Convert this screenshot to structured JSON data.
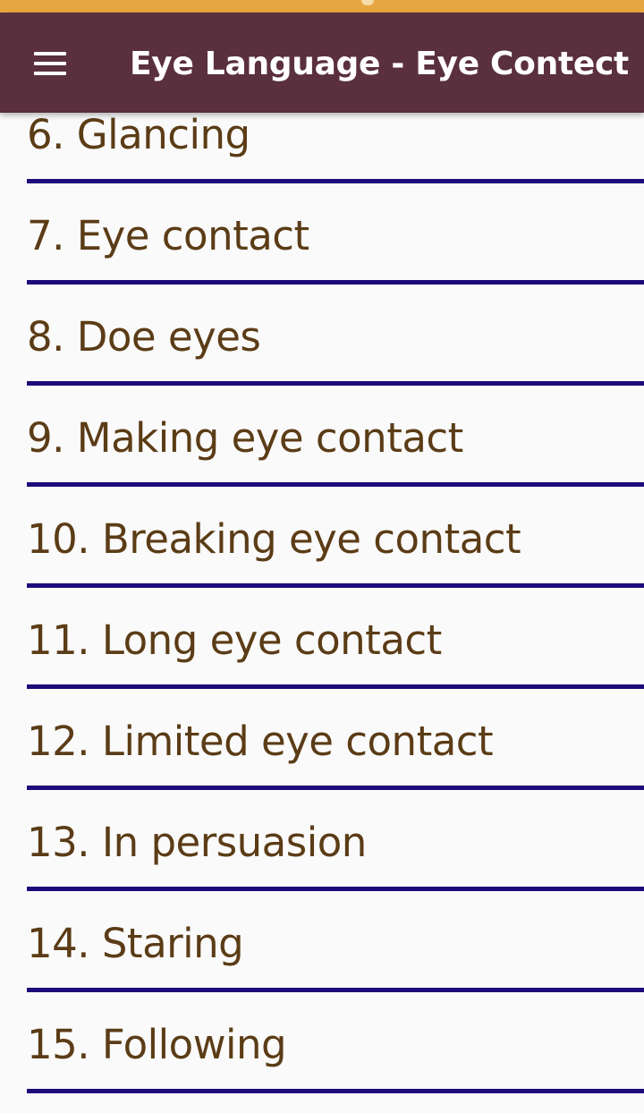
{
  "app_bar": {
    "menu_icon": "hamburger-menu-icon",
    "title": "Eye Language - Eye Contect",
    "background": "#5a2f3e",
    "status_bar_color": "#e8a640"
  },
  "list": {
    "text_color": "#5b3c16",
    "divider_color": "#1c0b7a",
    "items": [
      {
        "label": "6. Glancing"
      },
      {
        "label": "7. Eye contact"
      },
      {
        "label": "8. Doe eyes"
      },
      {
        "label": "9. Making eye contact"
      },
      {
        "label": "10. Breaking eye contact"
      },
      {
        "label": "11. Long eye contact"
      },
      {
        "label": "12. Limited eye contact"
      },
      {
        "label": "13. In persuasion"
      },
      {
        "label": "14. Staring"
      },
      {
        "label": "15. Following"
      }
    ]
  }
}
